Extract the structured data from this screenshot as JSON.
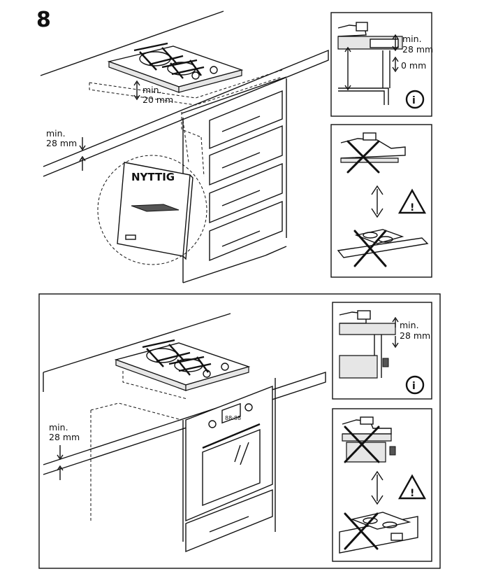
{
  "step": {
    "number": "8"
  },
  "top_section": {
    "countertop_gap_label": "min.\n20 mm",
    "side_clearance_label": "min.\n28 mm",
    "booklet_title": "NYTTIG",
    "info_panel": {
      "top_label": "min.\n28 mm",
      "bottom_label": "0 mm",
      "icon": "info-icon"
    },
    "warning_panel": {
      "icon": "warning-triangle-icon",
      "arrow_icon": "double-arrow-vertical-icon",
      "cross_icon": "cross-out-icon"
    }
  },
  "bottom_section": {
    "side_clearance_label": "min.\n28 mm",
    "oven_display": "88:88",
    "info_panel": {
      "label": "min.\n28 mm",
      "icon": "info-icon"
    },
    "warning_panel": {
      "icon": "warning-triangle-icon",
      "arrow_icon": "double-arrow-vertical-icon",
      "cross_icon": "cross-out-icon"
    }
  }
}
